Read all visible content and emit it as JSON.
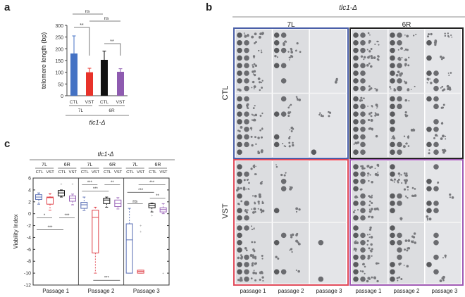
{
  "panels": {
    "a": {
      "letter": "a"
    },
    "b": {
      "letter": "b"
    },
    "c": {
      "letter": "c"
    }
  },
  "strain_label": "tlc1-Δ",
  "chart_data": [
    {
      "panel": "a",
      "type": "bar",
      "title": "",
      "xlabel": "tlc1-Δ",
      "ylabel": "telomere length (bp)",
      "ylim": [
        0,
        300
      ],
      "yticks": [
        0,
        50,
        100,
        150,
        200,
        250,
        300
      ],
      "groups": [
        "7L",
        "6R"
      ],
      "categories": [
        "CTL",
        "VST",
        "CTL",
        "VST"
      ],
      "group_of_category": [
        "7L",
        "7L",
        "6R",
        "6R"
      ],
      "values": [
        180,
        100,
        153,
        102
      ],
      "error": [
        75,
        17,
        37,
        13
      ],
      "colors": [
        "#4472c4",
        "#e8322a",
        "#111111",
        "#8e5bb0"
      ],
      "significance": [
        {
          "from": 0,
          "to": 1,
          "label": "**",
          "level": 1
        },
        {
          "from": 2,
          "to": 3,
          "label": "**",
          "level": 1
        },
        {
          "from": 1,
          "to": 3,
          "label": "ns",
          "level": 2
        },
        {
          "from": 0,
          "to": 2,
          "label": "ns",
          "level": 3
        }
      ]
    },
    {
      "panel": "c",
      "type": "box",
      "title": "tlc1-Δ",
      "ylabel": "Viability Index",
      "ylim": [
        -12,
        6
      ],
      "yticks": [
        6,
        4,
        2,
        0,
        -2,
        -4,
        -6,
        -8,
        -10,
        -12
      ],
      "passages": [
        "Passage 1",
        "Passage 2",
        "Passage 3"
      ],
      "groups": [
        "7L",
        "6R"
      ],
      "conditions": [
        "CTL",
        "VST"
      ],
      "colors": [
        "#5a6fb5",
        "#e0424a",
        "#111111",
        "#9a64b8"
      ],
      "boxes": [
        [
          {
            "label": "CTL 7L",
            "whislo": 1.6,
            "q1": 2.4,
            "med": 2.8,
            "q3": 3.2,
            "whishi": 3.5,
            "fliers": []
          },
          {
            "label": "VST 7L",
            "whislo": 0.6,
            "q1": 1.6,
            "med": 2.7,
            "q3": 2.8,
            "whishi": 3.4,
            "fliers": []
          },
          {
            "label": "CTL 6R",
            "whislo": 2.8,
            "q1": 3.0,
            "med": 3.5,
            "q3": 3.9,
            "whishi": 4.0,
            "fliers": [
              5
            ]
          },
          {
            "label": "VST 6R",
            "whislo": 1.5,
            "q1": 2.1,
            "med": 2.6,
            "q3": 3.0,
            "whishi": 3.3,
            "fliers": [
              5
            ]
          }
        ],
        [
          {
            "label": "CTL 7L",
            "whislo": 0.5,
            "q1": 0.9,
            "med": 1.5,
            "q3": 1.9,
            "whishi": 2.8,
            "fliers": []
          },
          {
            "label": "VST 7L",
            "whislo": -10,
            "q1": -6.6,
            "med": -0.6,
            "q3": 0.6,
            "whishi": 1.1,
            "fliers": []
          },
          {
            "label": "CTL 6R",
            "whislo": 1.1,
            "q1": 1.7,
            "med": 2.3,
            "q3": 2.6,
            "whishi": 2.8,
            "fliers": []
          },
          {
            "label": "VST 6R",
            "whislo": 0.8,
            "q1": 1.2,
            "med": 1.7,
            "q3": 2.3,
            "whishi": 2.7,
            "fliers": []
          }
        ],
        [
          {
            "label": "CTL 7L",
            "whislo": -10,
            "q1": -10,
            "med": -4.4,
            "q3": -1.7,
            "whishi": 0.9,
            "fliers": []
          },
          {
            "label": "VST 7L",
            "whislo": -10,
            "q1": -10,
            "med": -9.7,
            "q3": -9.5,
            "whishi": -9.5,
            "fliers": [
              -2,
              -3
            ]
          },
          {
            "label": "CTL 6R",
            "whislo": 0.3,
            "q1": 1.0,
            "med": 1.4,
            "q3": 1.7,
            "whishi": 1.8,
            "fliers": [
              -0.3
            ]
          },
          {
            "label": "VST 6R",
            "whislo": 0.0,
            "q1": 0.3,
            "med": 0.7,
            "q3": 1.0,
            "whishi": 1.7,
            "fliers": [
              -10
            ]
          }
        ]
      ],
      "significance": [
        {
          "passage": 0,
          "from": 0,
          "to": 1,
          "label": "*",
          "y": -0.7
        },
        {
          "passage": 0,
          "from": 2,
          "to": 3,
          "label": "***",
          "y": -0.7
        },
        {
          "passage": 0,
          "from": 0,
          "to": 2,
          "label": "***",
          "y": -2.7
        },
        {
          "passage": 1,
          "from": 0,
          "to": 1,
          "label": "***",
          "y": 4.9
        },
        {
          "passage": 1,
          "from": 2,
          "to": 3,
          "label": "**",
          "y": 4.9
        },
        {
          "passage": 1,
          "from": 0,
          "to": 2,
          "label": "***",
          "y": 3.8
        },
        {
          "passage": 1,
          "from": 1,
          "to": 3,
          "label": "***",
          "y": -11.2
        },
        {
          "passage": 2,
          "from": 0,
          "to": 1,
          "label": "ns",
          "y": 1.7
        },
        {
          "passage": 2,
          "from": 0,
          "to": 2,
          "label": "***",
          "y": 3.6
        },
        {
          "passage": 2,
          "from": 1,
          "to": 3,
          "label": "***",
          "y": 4.9
        },
        {
          "passage": 2,
          "from": 2,
          "to": 3,
          "label": "**",
          "y": 2.6
        }
      ]
    }
  ],
  "spot_assay": {
    "title": "tlc1-Δ",
    "groups": [
      {
        "label": "7L",
        "boxes": {
          "CTL": "#4a5fa8",
          "VST": "#e04a5a"
        }
      },
      {
        "label": "6R",
        "boxes": {
          "CTL": "#222222",
          "VST": "#a05ab4"
        }
      }
    ],
    "row_labels": [
      "CTL",
      "VST"
    ],
    "column_labels": [
      "passage 1",
      "passage 2",
      "passage 3",
      "passage 1",
      "passage 2",
      "passage 3"
    ],
    "growth": {
      "CTL": {
        "7L": [
          1.0,
          0.6,
          0.1
        ],
        "6R": [
          1.0,
          0.85,
          0.6
        ]
      },
      "VST": {
        "7L": [
          0.95,
          0.3,
          0.05
        ],
        "6R": [
          1.0,
          0.75,
          0.45
        ]
      }
    }
  }
}
